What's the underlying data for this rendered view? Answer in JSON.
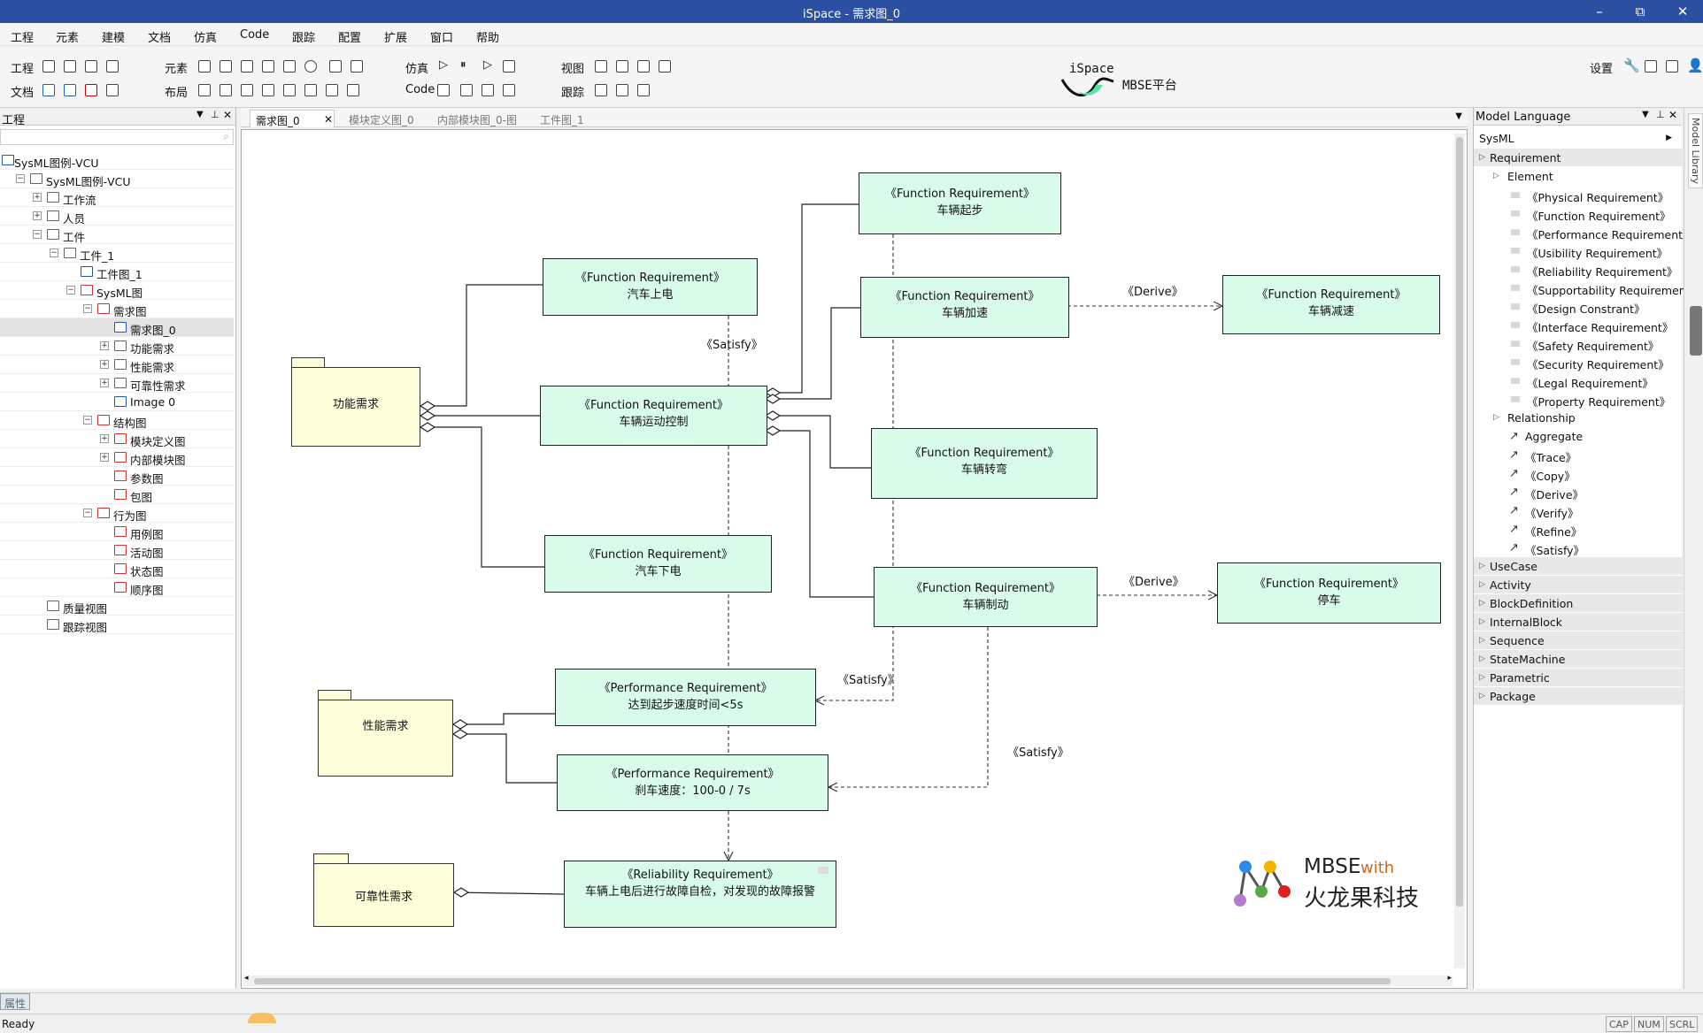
{
  "window": {
    "title": "iSpace - 需求图_0"
  },
  "menu": [
    "工程",
    "元素",
    "建模",
    "文档",
    "仿真",
    "Code",
    "跟踪",
    "配置",
    "扩展",
    "窗口",
    "帮助"
  ],
  "toolbar": {
    "row1_labels": [
      "工程",
      "元素",
      "仿真",
      "视图"
    ],
    "row2_labels": [
      "文档",
      "布局",
      "Code",
      "跟踪"
    ],
    "settings": "设置",
    "logo_top": "iSpace",
    "logo_bottom": "MBSE平台"
  },
  "left_panel": {
    "title": "工程",
    "tree": [
      {
        "label": "SysML图例-VCU",
        "level": 0,
        "expander": "",
        "icon": "grid"
      },
      {
        "label": "SysML图例-VCU",
        "level": 0,
        "expander": "-",
        "icon": "folder"
      },
      {
        "label": "工作流",
        "level": 1,
        "expander": "+",
        "icon": "workflow"
      },
      {
        "label": "人员",
        "level": 1,
        "expander": "+",
        "icon": "person"
      },
      {
        "label": "工件",
        "level": 1,
        "expander": "-",
        "icon": "doc"
      },
      {
        "label": "工件_1",
        "level": 2,
        "expander": "-",
        "icon": "folder"
      },
      {
        "label": "工件图_1",
        "level": 3,
        "expander": "",
        "icon": "diagram"
      },
      {
        "label": "SysML图",
        "level": 3,
        "expander": "-",
        "icon": "red"
      },
      {
        "label": "需求图",
        "level": 4,
        "expander": "-",
        "icon": "red"
      },
      {
        "label": "需求图_0",
        "level": 5,
        "expander": "",
        "icon": "diagram",
        "selected": true
      },
      {
        "label": "功能需求",
        "level": 5,
        "expander": "+",
        "icon": "folder"
      },
      {
        "label": "性能需求",
        "level": 5,
        "expander": "+",
        "icon": "folder"
      },
      {
        "label": "可靠性需求",
        "level": 5,
        "expander": "+",
        "icon": "folder"
      },
      {
        "label": "Image 0",
        "level": 5,
        "expander": "",
        "icon": "image"
      },
      {
        "label": "结构图",
        "level": 4,
        "expander": "-",
        "icon": "red"
      },
      {
        "label": "模块定义图",
        "level": 5,
        "expander": "+",
        "icon": "red"
      },
      {
        "label": "内部模块图",
        "level": 5,
        "expander": "+",
        "icon": "red"
      },
      {
        "label": "参数图",
        "level": 5,
        "expander": "",
        "icon": "red"
      },
      {
        "label": "包图",
        "level": 5,
        "expander": "",
        "icon": "red"
      },
      {
        "label": "行为图",
        "level": 4,
        "expander": "-",
        "icon": "red"
      },
      {
        "label": "用例图",
        "level": 5,
        "expander": "",
        "icon": "red"
      },
      {
        "label": "活动图",
        "level": 5,
        "expander": "",
        "icon": "red"
      },
      {
        "label": "状态图",
        "level": 5,
        "expander": "",
        "icon": "red"
      },
      {
        "label": "顺序图",
        "level": 5,
        "expander": "",
        "icon": "red"
      },
      {
        "label": "质量视图",
        "level": 1,
        "expander": "",
        "icon": "view"
      },
      {
        "label": "跟踪视图",
        "level": 1,
        "expander": "",
        "icon": "view"
      }
    ]
  },
  "tabs": [
    "需求图_0",
    "模块定义图_0",
    "内部模块图_0-图",
    "工件图_1"
  ],
  "diagram": {
    "stereo_func": "《Function Requirement》",
    "stereo_perf": "《Performance Requirement》",
    "stereo_rel": "《Reliability Requirement》",
    "names": {
      "qibu": "车辆起步",
      "shangdian": "汽车上电",
      "jiasu": "车辆加速",
      "jiansu": "车辆减速",
      "yundong": "车辆运动控制",
      "zhuanwan": "车辆转弯",
      "xiadian": "汽车下电",
      "zhidong": "车辆制动",
      "tingche": "停车",
      "qibusudu": "达到起步速度时间<5s",
      "shache": "刹车速度：100-0 / 7s",
      "guzhang": "车辆上电后进行故障自检，对发现的故障报警"
    },
    "packages": {
      "func": "功能需求",
      "perf": "性能需求",
      "rel": "可靠性需求"
    },
    "labels": {
      "derive": "《Derive》",
      "satisfy": "《Satisfy》"
    }
  },
  "watermark": {
    "line1": "MBSE",
    "with": "with",
    "line2": "火龙果科技"
  },
  "right_panel": {
    "title": "Model Language",
    "language": "SysML",
    "sections": {
      "requirement": "Requirement",
      "element": "Element",
      "relationship": "Relationship"
    },
    "element_items": [
      "《Physical Requirement》",
      "《Function Requirement》",
      "《Performance Requirement》",
      "《Usibility Requirement》",
      "《Reliability Requirement》",
      "《Supportability Requirement》",
      "《Design Constrant》",
      "《Interface Requirement》",
      "《Safety Requirement》",
      "《Security Requirement》",
      "《Legal Requirement》",
      "《Property Requirement》"
    ],
    "relationship_items": [
      "Aggregate",
      "《Trace》",
      "《Copy》",
      "《Derive》",
      "《Verify》",
      "《Refine》",
      "《Satisfy》"
    ],
    "other_sections": [
      "UseCase",
      "Activity",
      "BlockDefinition",
      "InternalBlock",
      "Sequence",
      "StateMachine",
      "Parametric",
      "Package"
    ]
  },
  "side_strip": {
    "label": "Model Library"
  },
  "bottom": {
    "property_tab": "属性",
    "status": "Ready",
    "indicators": [
      "CAP",
      "NUM",
      "SCRL"
    ]
  }
}
